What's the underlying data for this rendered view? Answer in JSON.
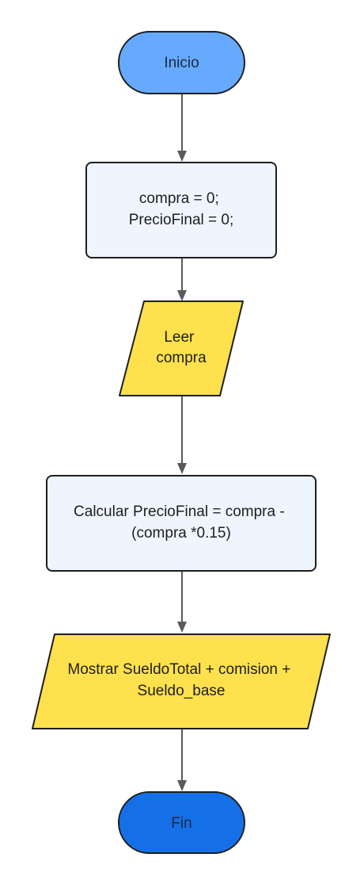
{
  "diagram": {
    "nodes": {
      "start": {
        "lines": [
          "Inicio"
        ],
        "fill": "#66aaff",
        "stroke": "#1f1f1f"
      },
      "init": {
        "lines": [
          "compra =  0;",
          "PrecioFinal = 0;"
        ],
        "fill": "#eef5ff",
        "stroke": "#1f1f1f"
      },
      "read": {
        "lines": [
          "Leer",
          "compra"
        ],
        "fill": "#ffe14d",
        "stroke": "#1f1f1f"
      },
      "calc": {
        "lines": [
          "Calcular PrecioFinal = compra -",
          "(compra *0.15)"
        ],
        "fill": "#eef5ff",
        "stroke": "#1f1f1f"
      },
      "output": {
        "lines": [
          "Mostrar SueldoTotal  + comision +",
          "Sueldo_base"
        ],
        "fill": "#ffe14d",
        "stroke": "#1f1f1f"
      },
      "end": {
        "lines": [
          "Fin"
        ],
        "fill": "#1570e8",
        "stroke": "#1f1f1f"
      }
    },
    "connector_color": "#5a5a5a"
  }
}
